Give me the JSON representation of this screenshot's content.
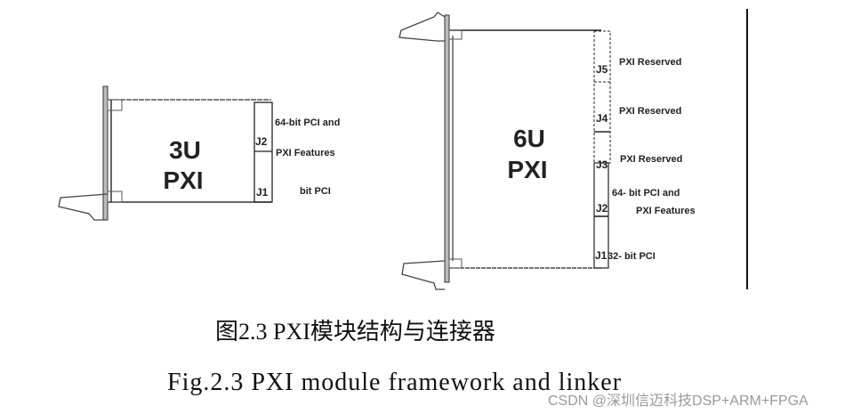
{
  "diagram": {
    "module_3u": {
      "title_line1": "3U",
      "title_line2": "PXI",
      "connectors": [
        {
          "id": "J2",
          "label_lines": [
            "64-bit PCI and",
            "PXI Features"
          ]
        },
        {
          "id": "J1",
          "label_lines": [
            "bit PCI"
          ]
        }
      ]
    },
    "module_6u": {
      "title_line1": "6U",
      "title_line2": "PXI",
      "connectors": [
        {
          "id": "J5",
          "label_lines": [
            "PXI Reserved"
          ]
        },
        {
          "id": "J4",
          "label_lines": [
            "PXI Reserved"
          ]
        },
        {
          "id": "J3",
          "label_lines": [
            "PXI Reserved"
          ]
        },
        {
          "id": "J2",
          "label_lines": [
            "64- bit PCI and",
            "PXI Features"
          ]
        },
        {
          "id": "J1",
          "label_lines": [
            "32- bit PCI"
          ]
        }
      ]
    }
  },
  "caption": {
    "chinese": "图2.3 PXI模块结构与连接器",
    "english": "Fig.2.3 PXI module framework and linker"
  },
  "watermark": "CSDN @深圳信迈科技DSP+ARM+FPGA"
}
